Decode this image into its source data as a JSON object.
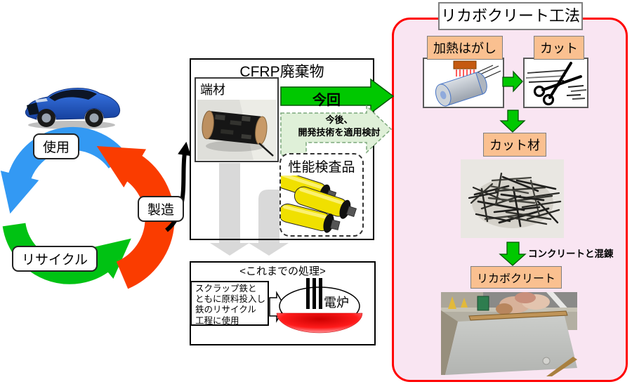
{
  "lifecycle": {
    "use": "使用",
    "manufacture": "製造",
    "recycle": "リサイクル"
  },
  "cfrp_waste": {
    "title": "CFRP廃棄物",
    "offcuts": "端材",
    "inspection_items": "性能検査品"
  },
  "flow": {
    "now": "今回",
    "future_line1": "今後、",
    "future_line2": "開発技術を適用検討"
  },
  "previous_process": {
    "title": "<これまでの処理>",
    "description": [
      "スクラップ鉄と",
      "ともに原料投入し",
      "鉄のリサイクル",
      "工程に使用"
    ],
    "furnace": "電炉"
  },
  "recabocrete": {
    "title": "リカボクリート工法",
    "heat_peel": "加熱はがし",
    "cut": "カット",
    "cut_material": "カット材",
    "mix_with_concrete": "コンクリートと混錬",
    "product": "リカボクリート"
  },
  "colors": {
    "cycle_blue": "#3399F3",
    "cycle_green": "#00C213",
    "cycle_red": "#FA3C00",
    "flow_green": "#00C800",
    "panel_pink": "#F9E5F2",
    "panel_border_red": "#FF0000",
    "label_peach": "#FAC090",
    "gray_arrow": "#D9D9D9"
  }
}
